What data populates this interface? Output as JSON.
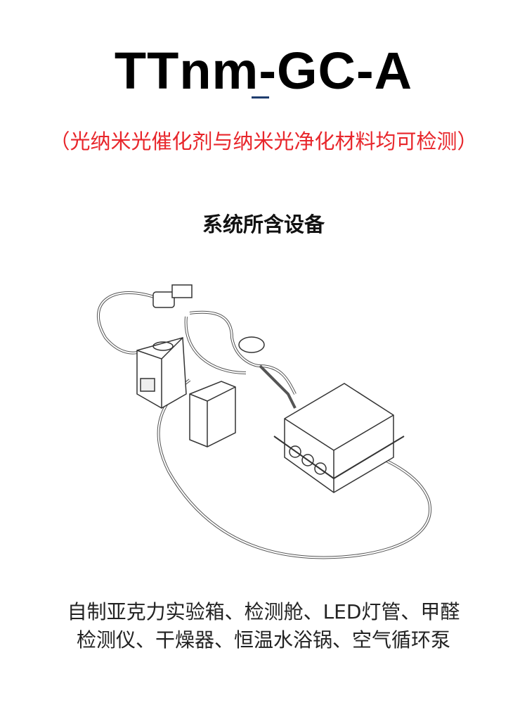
{
  "title": "TTnm-GC-A",
  "subtitle": "（光纳米光催化剂与纳米光净化材料均可检测）",
  "section_title": "系统所含设备",
  "description_lines": [
    "自制亚克力实验箱、检测舱、LED灯管、甲醛",
    "检测仪、干燥器、恒温水浴锅、空气循环泵"
  ],
  "colors": {
    "accent": "#1f3d6e",
    "subtitle": "#e8262b",
    "text": "#222222"
  }
}
